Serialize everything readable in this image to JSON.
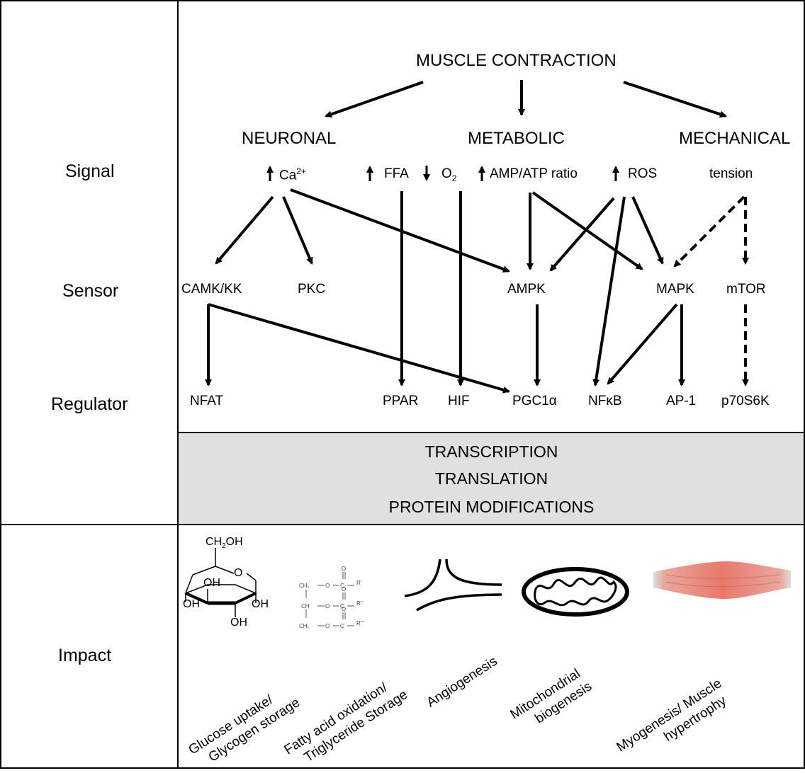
{
  "row_labels": {
    "signal": "Signal",
    "sensor": "Sensor",
    "regulator": "Regulator",
    "impact": "Impact"
  },
  "headings": {
    "top": "MUSCLE CONTRACTION",
    "neuronal": "NEURONAL",
    "metabolic": "METABOLIC",
    "mechanical": "MECHANICAL"
  },
  "signals": {
    "ca": "Ca",
    "ca_sup": "2+",
    "ffa": "FFA",
    "o2": "O",
    "o2_sub": "2",
    "amp_atp": "AMP/ATP ratio",
    "ros": "ROS",
    "tension": "tension"
  },
  "sensors": {
    "camk": "CAMK/KK",
    "pkc": "PKC",
    "ampk": "AMPK",
    "mapk": "MAPK",
    "mtor": "mTOR"
  },
  "regulators": {
    "nfat": "NFAT",
    "ppar": "PPAR",
    "hif": "HIF",
    "pgc1a": "PGC1α",
    "nfkb": "NFκB",
    "ap1": "AP-1",
    "p70s6k": "p70S6K"
  },
  "band": {
    "line1": "TRANSCRIPTION",
    "line2": "TRANSLATION",
    "line3": "PROTEIN MODIFICATIONS"
  },
  "glucose_labels": {
    "ch2oh": "CH",
    "ch2oh_sub": "2",
    "ch2oh_tail": "OH",
    "o": "O",
    "oh1": "OH",
    "oh2": "OH",
    "oh3": "OH",
    "oh4": "OH"
  },
  "impacts": {
    "glucose_1": "Glucose uptake/",
    "glucose_2": "Glycogen storage",
    "fatty_1": "Fatty acid oxidation/",
    "fatty_2": "Triglyceride Storage",
    "angio_1": "Angiogenesis",
    "mito_1": "Mitochondrial",
    "mito_2": "biogenesis",
    "myo_1": "Myogenesis/ Muscle",
    "myo_2": "hypertrophy"
  },
  "colors": {
    "band_fill": "#e0e0e0",
    "muscle": "#e8786a"
  }
}
